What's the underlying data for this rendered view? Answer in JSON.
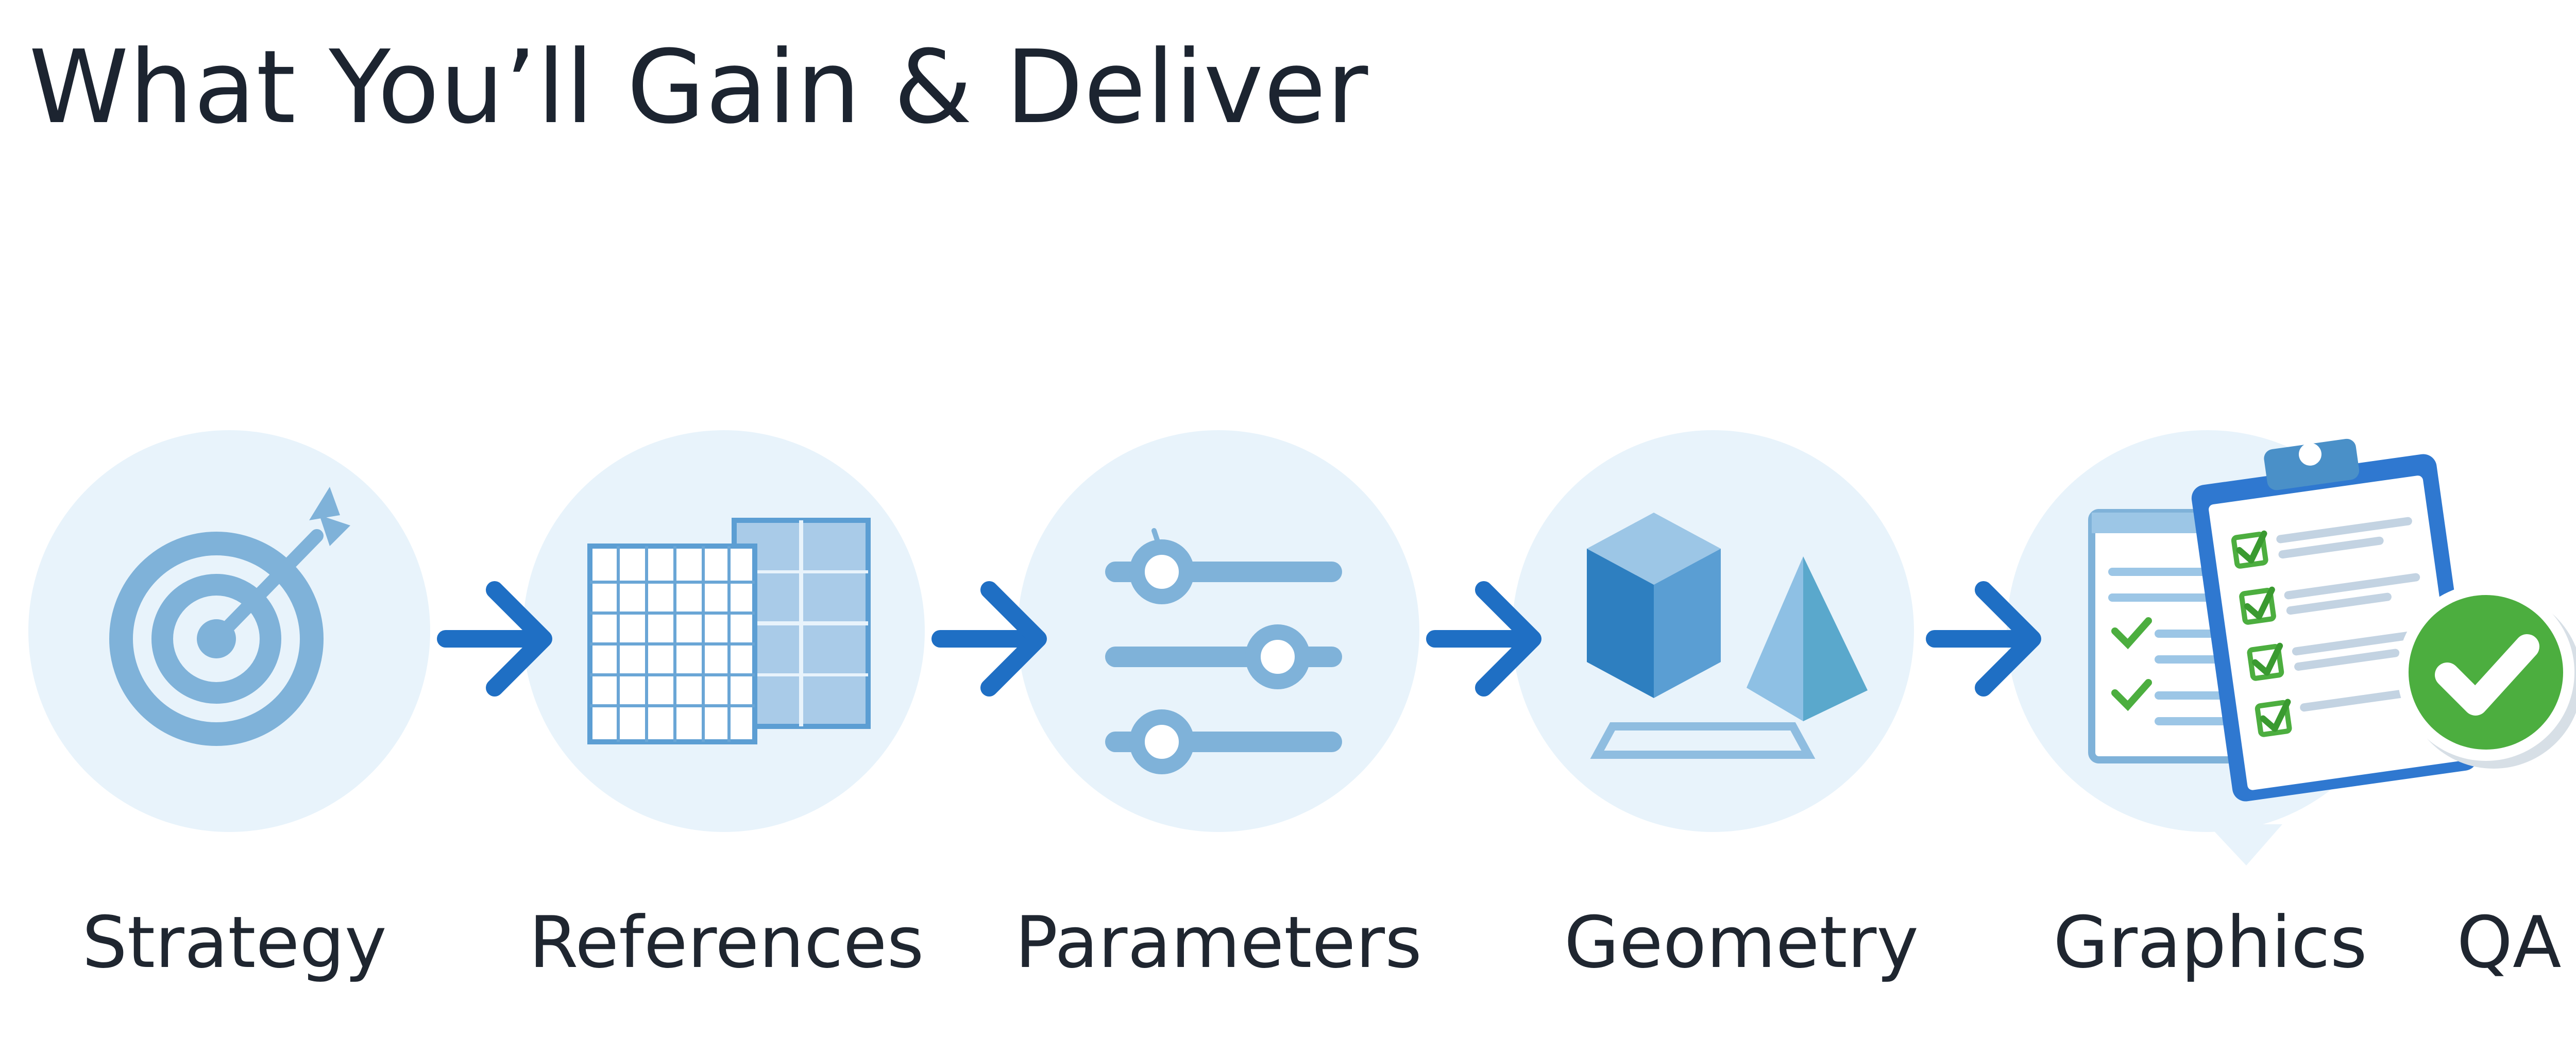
{
  "title": "What You’ll Gain & Deliver",
  "steps": [
    {
      "label": "Strategy",
      "icon": "target-icon"
    },
    {
      "label": "References",
      "icon": "grid-sheets-icon"
    },
    {
      "label": "Parameters",
      "icon": "sliders-icon"
    },
    {
      "label": "Geometry",
      "icon": "shapes-icon"
    },
    {
      "label": "Graphics",
      "icon": "clipboard-checklist-icon"
    },
    {
      "label": "QA",
      "icon": "check-badge-icon"
    }
  ],
  "colors": {
    "circle_bg": "#e8f3fb",
    "icon_light": "#7fb2d9",
    "icon_mid": "#4a90c8",
    "arrow": "#1f6fc4",
    "check_green": "#4cae3f",
    "title_text": "#1c2430"
  }
}
